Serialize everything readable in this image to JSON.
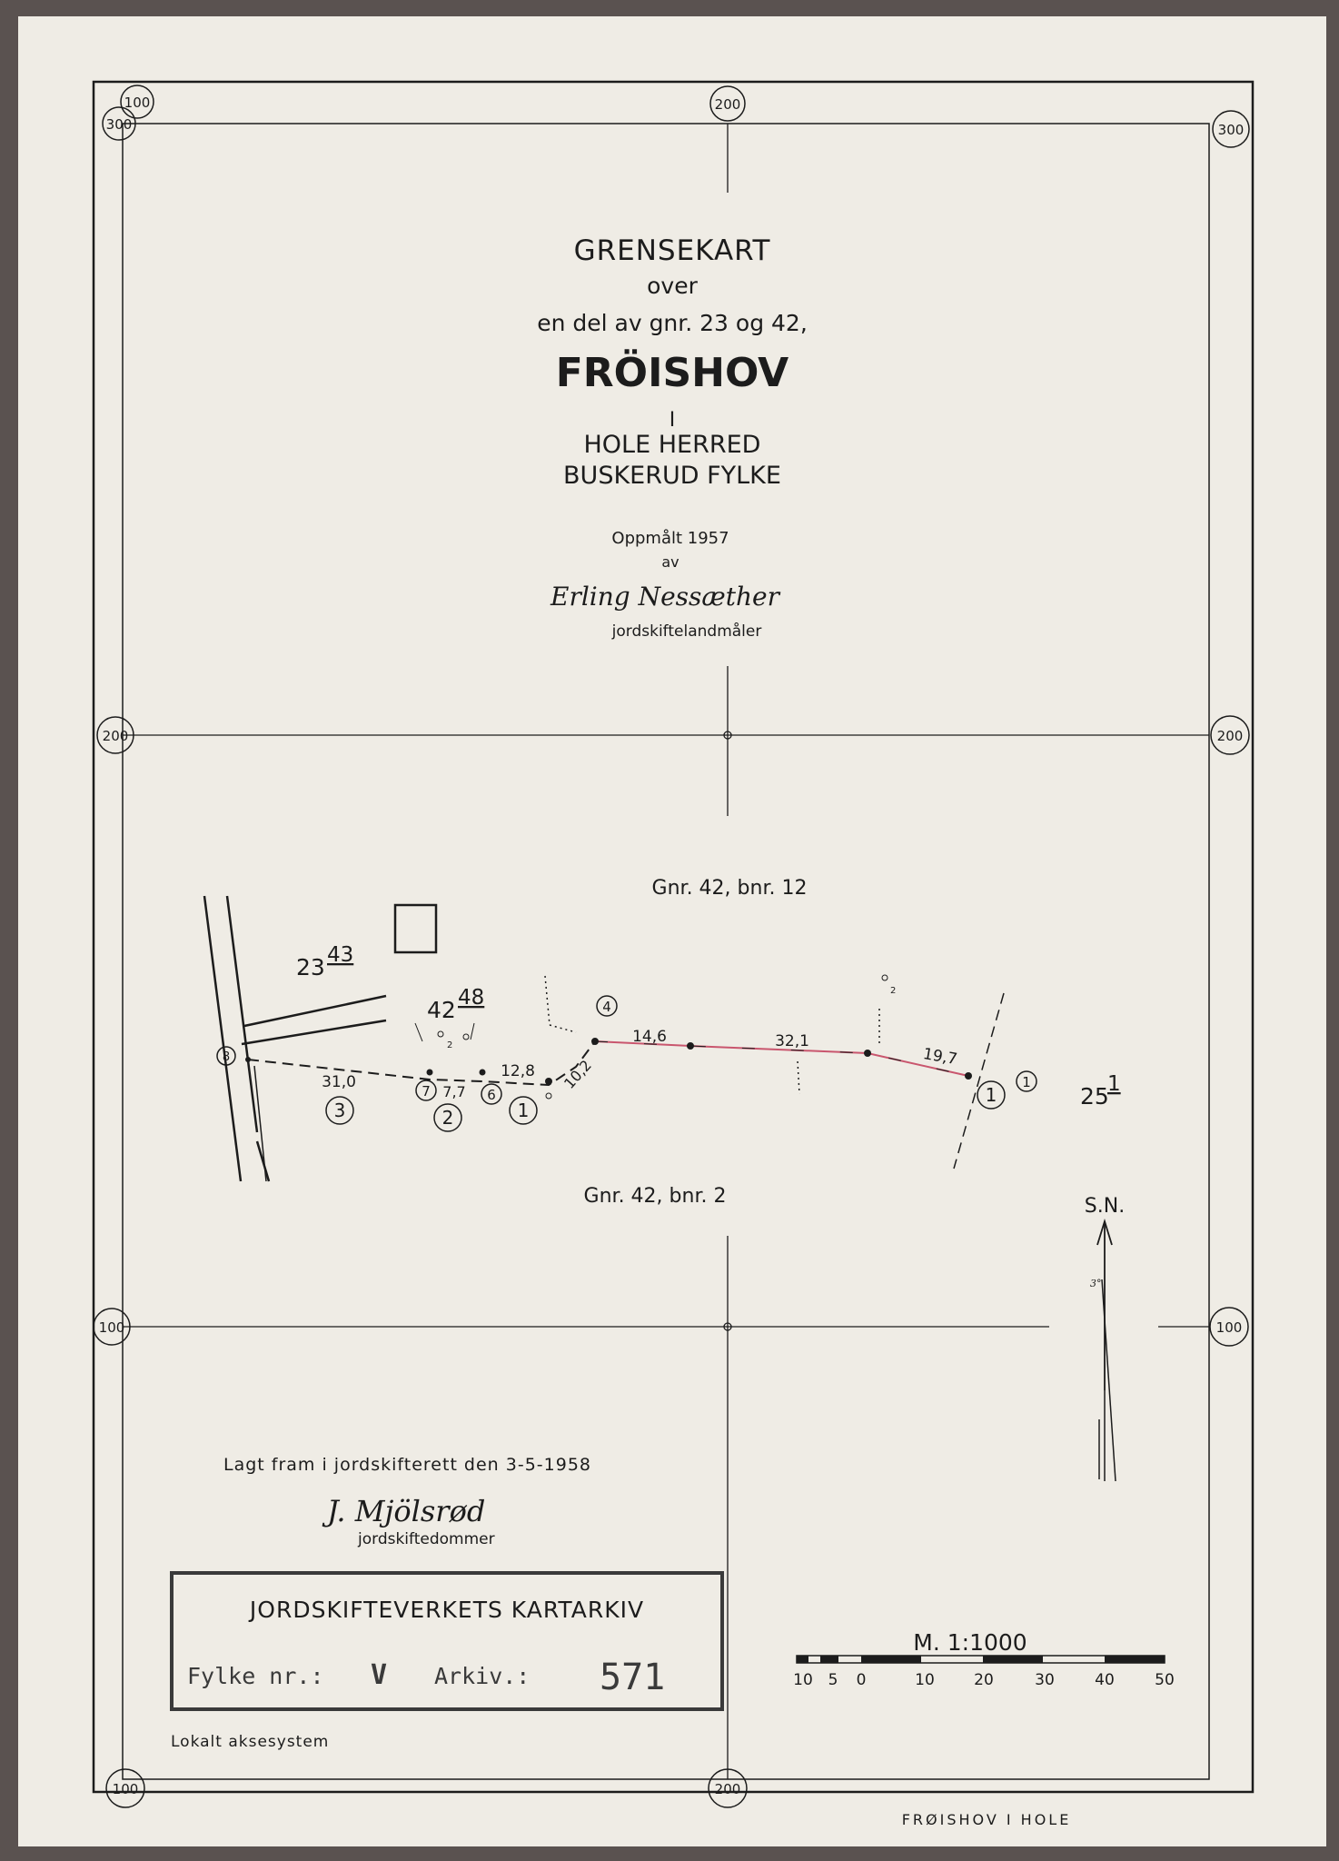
{
  "title": {
    "main": "GRENSEKART",
    "over": "over",
    "subject": "en del av gnr. 23 og 42,",
    "place": "FRÖISHOV",
    "in": "I",
    "municipality": "HOLE HERRED",
    "county": "BUSKERUD FYLKE"
  },
  "survey": {
    "measured": "Oppmålt 1957",
    "by": "av",
    "surveyor_signature": "Erling Nessæther",
    "surveyor_title": "jordskiftelandmåler"
  },
  "grid_labels": {
    "top_left_100": "100",
    "top_left_300": "300",
    "top_center_200": "200",
    "top_right_300": "300",
    "mid_left_200": "200",
    "mid_right_200": "200",
    "low_left_100": "100",
    "low_right_100": "100",
    "bottom_left_100": "100",
    "bottom_center_200": "200"
  },
  "parcels": {
    "north": "Gnr. 42, bnr. 12",
    "south": "Gnr. 42, bnr. 2",
    "p23_43_main": "23",
    "p23_43_sup": "43",
    "p42_48_main": "42",
    "p42_48_sup": "48",
    "p25_1_main": "25",
    "p25_1_sup": "1"
  },
  "boundary_points": {
    "p8": "8",
    "p7": "7",
    "p6": "6",
    "p4": "4",
    "p1": "1"
  },
  "segments": {
    "circ_3": "3",
    "circ_2": "2",
    "circ_1_left": "1",
    "circ_1_right": "1"
  },
  "distances": {
    "d_31_0": "31,0",
    "d_7_7": "7,7",
    "d_12_8": "12,8",
    "d_10_2": "10,2",
    "d_14_6": "14,6",
    "d_32_1": "32,1",
    "d_19_7": "19,7",
    "small_2a": "2",
    "small_2b": "2"
  },
  "north_arrow": {
    "label": "S.N.",
    "declination": "3°"
  },
  "approval": {
    "text": "Lagt fram i jordskifterett den 3-5-1958",
    "judge_signature": "J. Mjölsrød",
    "judge_title": "jordskiftedommer"
  },
  "archive_stamp": {
    "heading": "JORDSKIFTEVERKETS KARTARKIV",
    "county_label": "Fylke nr.:",
    "county_value": "V",
    "archive_label": "Arkiv.:",
    "archive_value": "571"
  },
  "scale": {
    "label": "M. 1:1000",
    "ticks": [
      "10",
      "5",
      "0",
      "10",
      "20",
      "30",
      "40",
      "50"
    ]
  },
  "coordinate_system": "Lokalt aksesystem",
  "footer": "FRØISHOV   I HOLE",
  "colors": {
    "paper": "#efece5",
    "ink": "#1c1c1c",
    "boundary_highlight": "#c9566e",
    "background": "#5a5250"
  }
}
